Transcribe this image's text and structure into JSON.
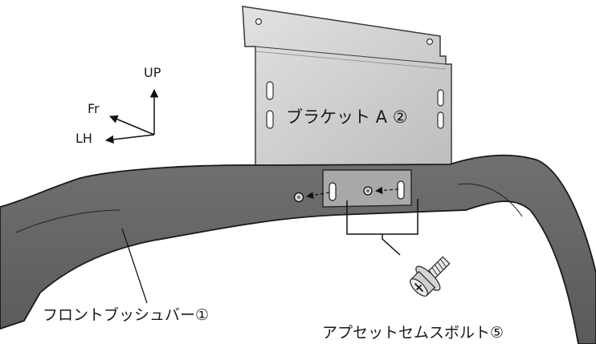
{
  "axes": {
    "up": "UP",
    "forward": "Fr",
    "left": "LH"
  },
  "labels": {
    "bracket": "ブラケット A ②",
    "bar": "フロントブッシュバー①",
    "bolt": "アプセットセムスボルト⑤"
  },
  "colors": {
    "bar_fill": "#666666",
    "bar_stroke": "#1a1a1a",
    "bracket_fill": "#d2d2d2",
    "bracket_stroke": "#3a3a3a",
    "line": "#111111"
  }
}
